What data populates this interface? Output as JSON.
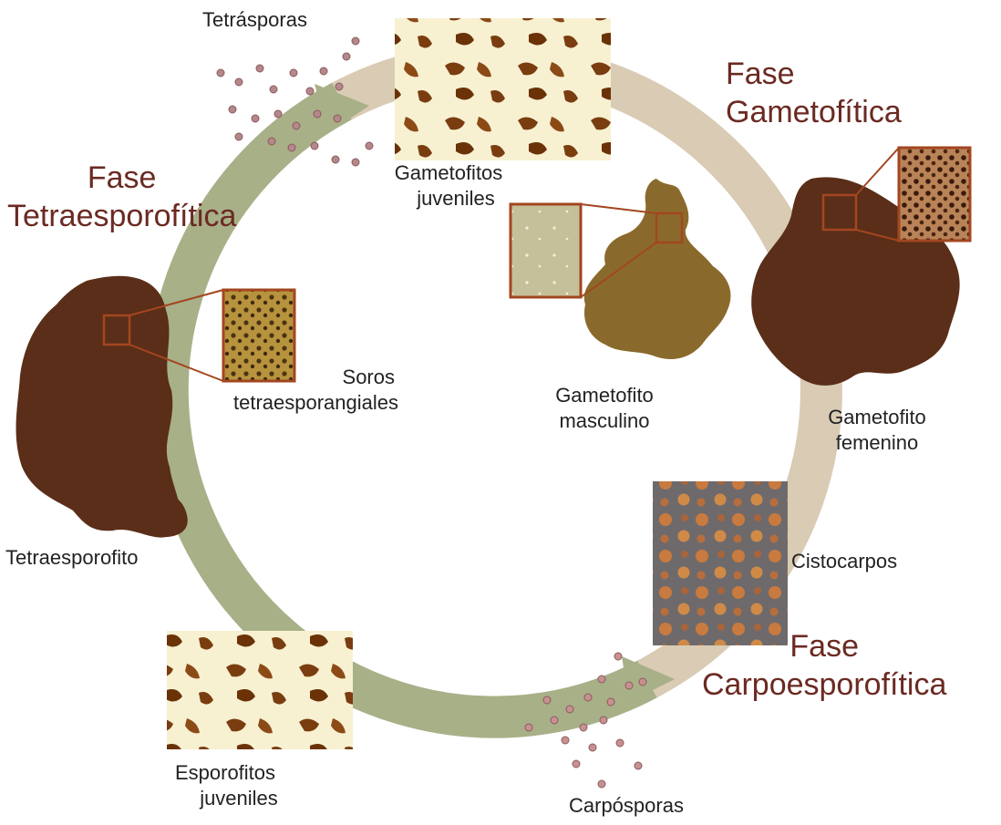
{
  "phases": {
    "gametofitica": [
      "Fase",
      "Gametofítica"
    ],
    "tetraesporofitica": [
      "Fase",
      "Tetraesporofítica"
    ],
    "carpoesporofitica": [
      "Fase",
      "Carpoesporofítica"
    ]
  },
  "labels": {
    "tetrasporas": "Tetrásporas",
    "gametofitos_juveniles": [
      "Gametofitos",
      "juveniles"
    ],
    "gametofito_masculino": [
      "Gametofito",
      "masculino"
    ],
    "gametofito_femenino": [
      "Gametofito",
      "femenino"
    ],
    "soros": [
      "Soros",
      "tetraesporangiales"
    ],
    "tetraesporofito": "Tetraesporofito",
    "cistocarpos": "Cistocarpos",
    "esporofitos_juveniles": [
      "Esporofitos",
      "juveniles"
    ],
    "carposporas": "Carpósporas"
  },
  "colors": {
    "ring_tan": "#d9cbb4",
    "ring_green": "#a8b088",
    "thallus": "#5a2e18",
    "male_thallus": "#8a6a2c",
    "phase_text": "#6b2a22",
    "zoom_frame": "#a3461f",
    "spore": "#b4878a"
  }
}
